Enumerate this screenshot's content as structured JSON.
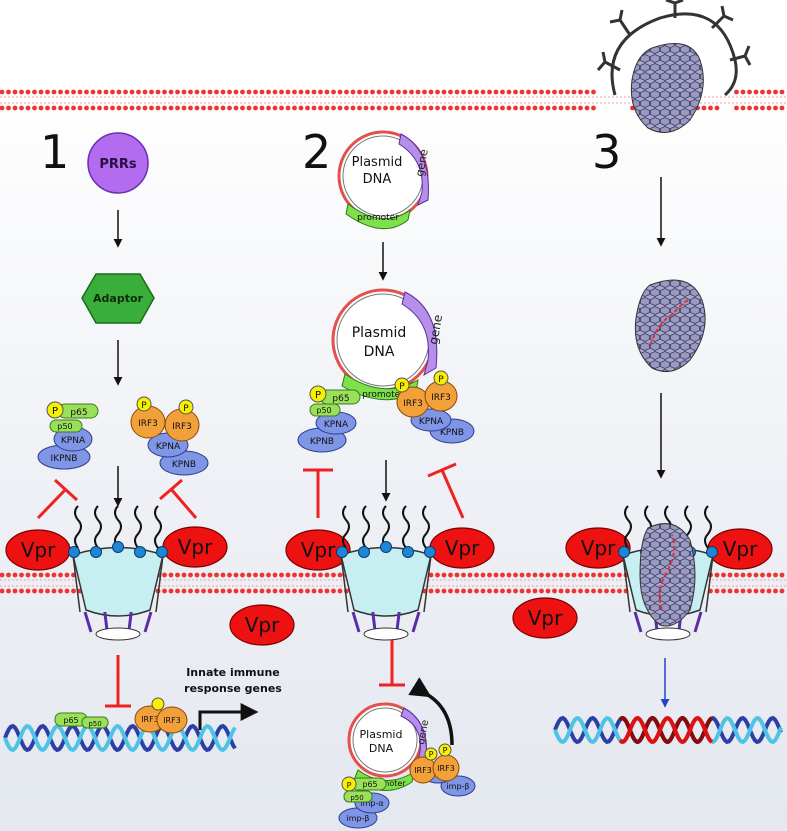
{
  "panels": [
    {
      "number": "1"
    },
    {
      "number": "2"
    },
    {
      "number": "3"
    }
  ],
  "labels": {
    "prrs": "PRRs",
    "adaptor": "Adaptor",
    "vpr": "Vpr",
    "p": "P",
    "p65": "p65",
    "p50": "p50",
    "kpna": "KPNA",
    "ikpnb": "IKPNB",
    "kpnb": "KPNB",
    "irf3": "IRF3",
    "plasmid_line1": "Plasmid",
    "plasmid_line2": "DNA",
    "gene": "gene",
    "promoter": "promoter",
    "imp_a": "imp-α",
    "imp_b": "imp-β",
    "innate_line1": "Innate immune",
    "innate_line2": "response genes"
  },
  "colors": {
    "vpr": "#ee1111",
    "prrs": "#b36bf0",
    "adaptor": "#3aae3a",
    "p65": "#9be05a",
    "kpna": "#7f95e6",
    "irf3": "#f2a03a",
    "phospho": "#f7f000",
    "membrane": "#e33",
    "dna_light": "#4fc3e6",
    "dna_dark": "#2c3fa6",
    "dna_red": "#e01010",
    "inhibit": "#ee2222"
  }
}
